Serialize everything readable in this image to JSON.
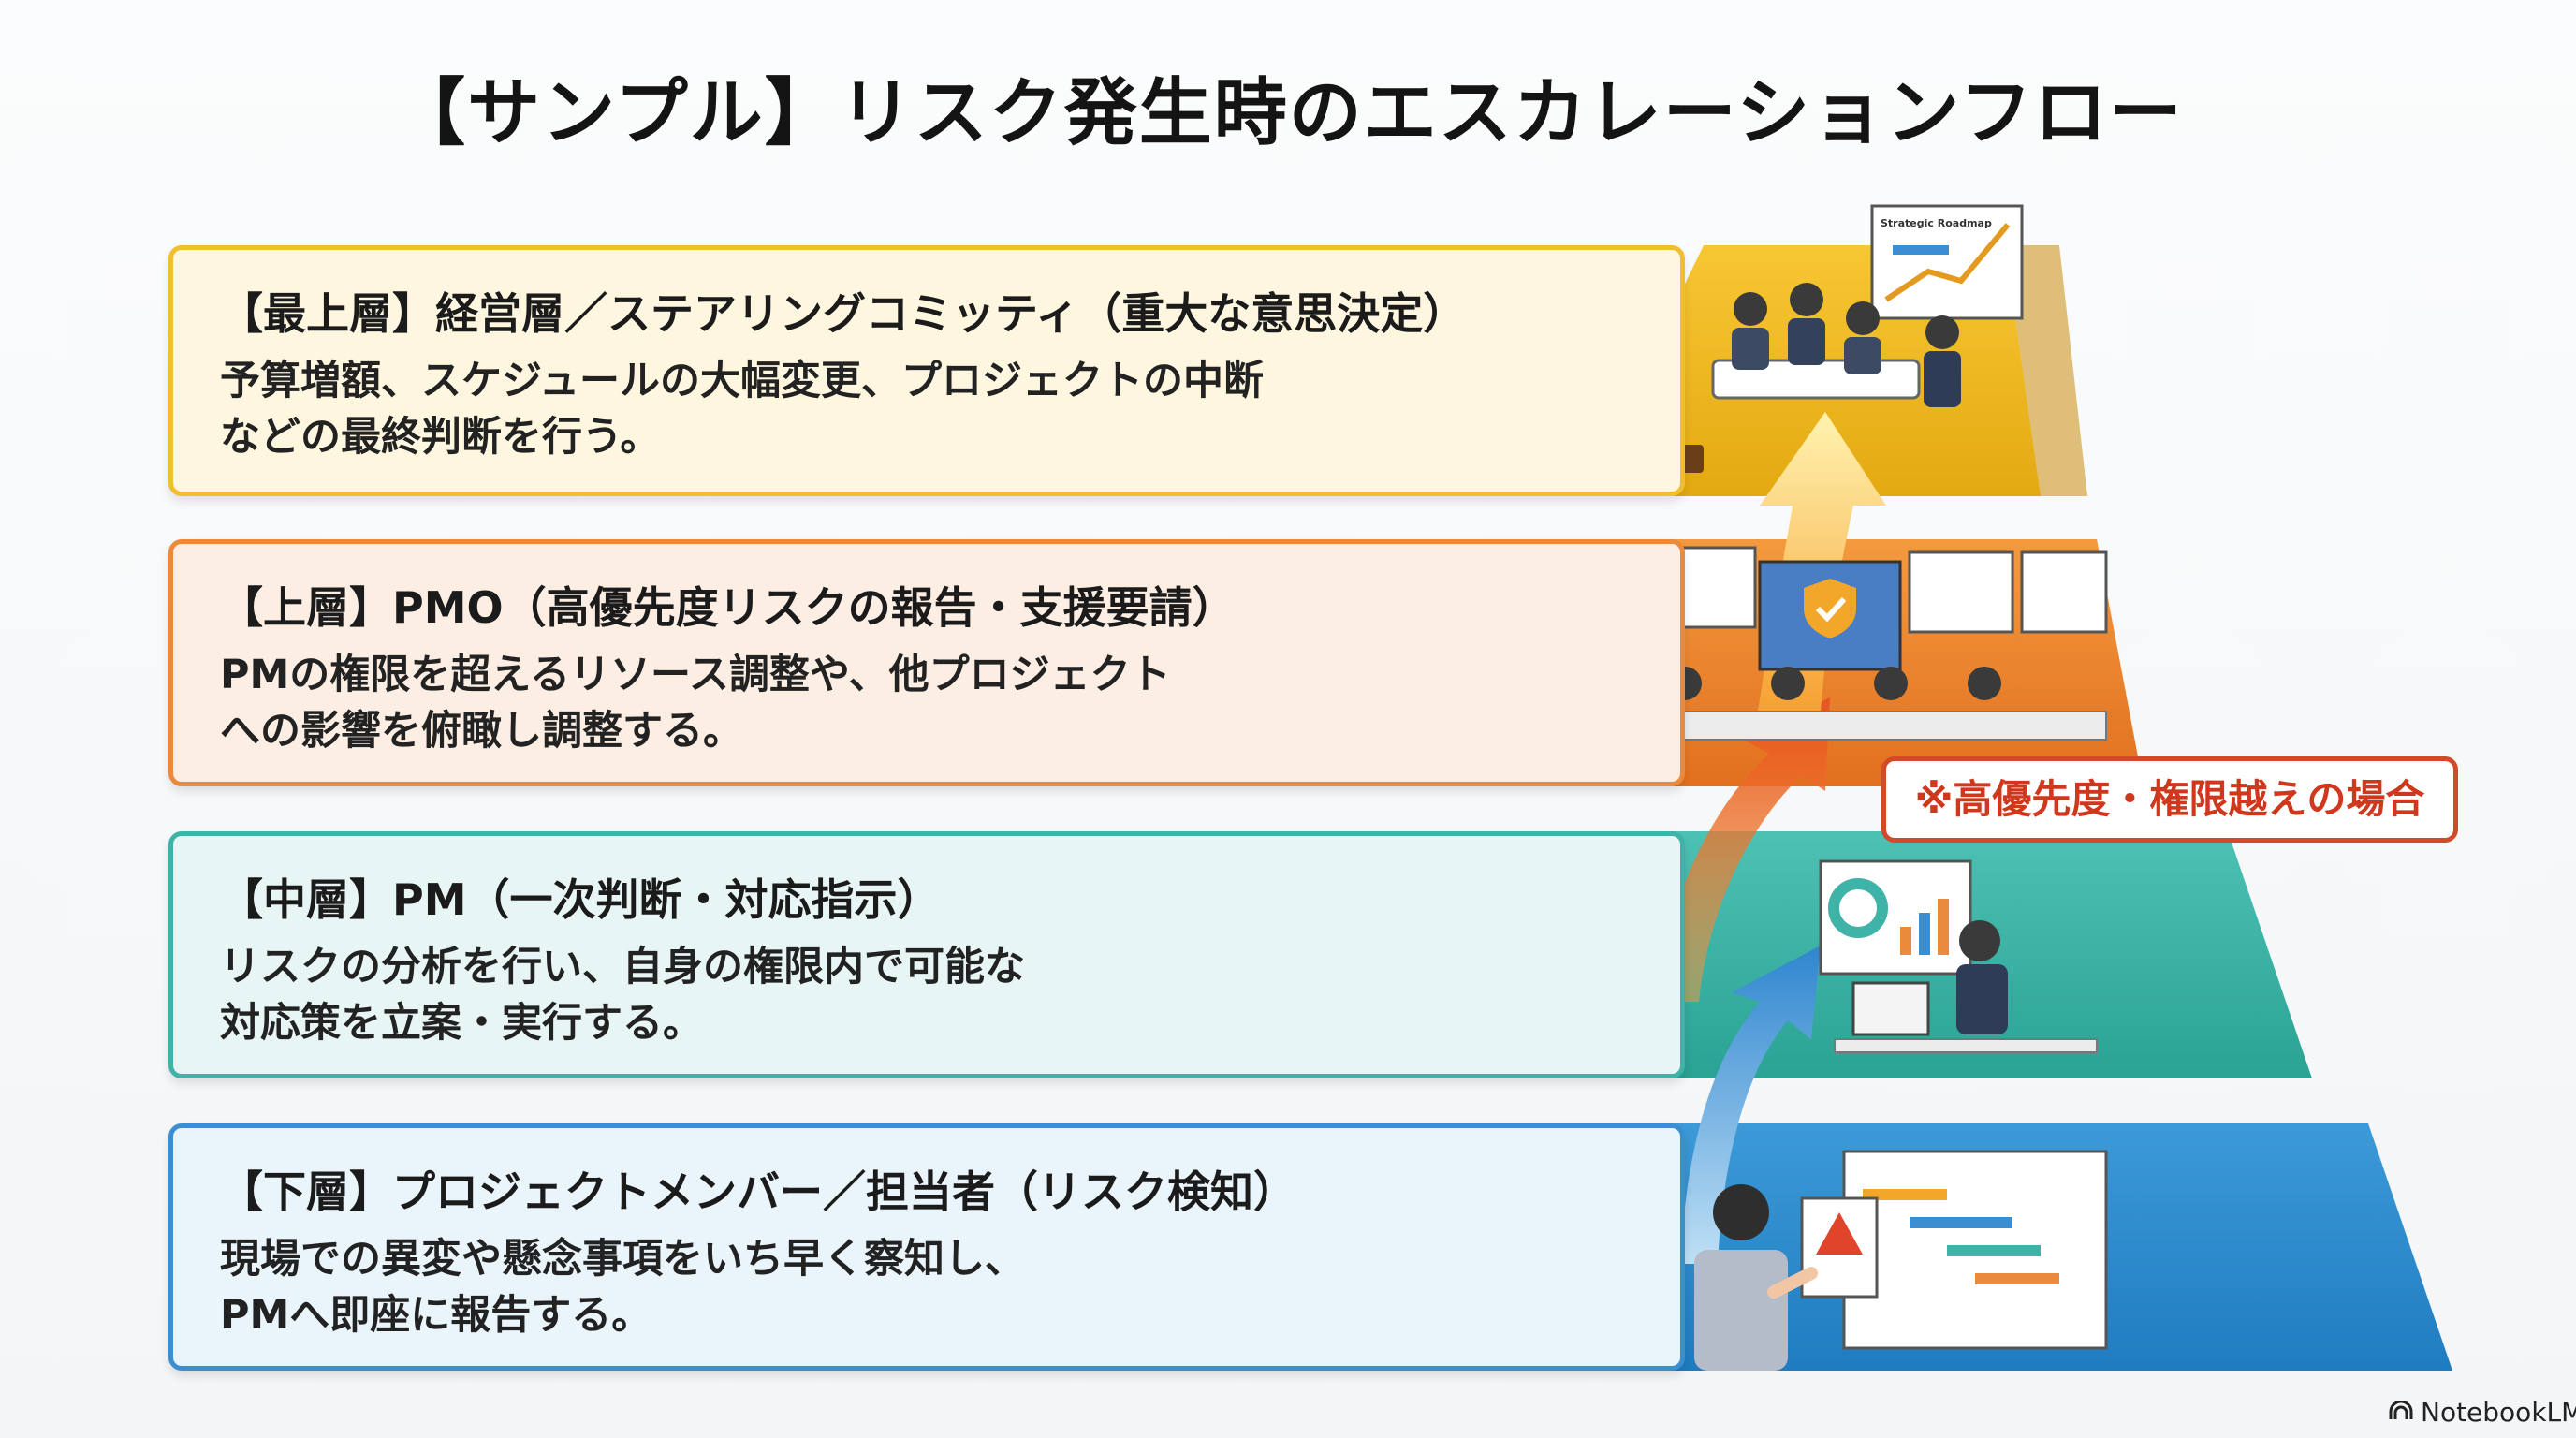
{
  "title": "【サンプル】リスク発生時のエスカレーションフロー",
  "layers": [
    {
      "title": "【最上層】経営層／ステアリングコミッティ（重大な意思決定）",
      "description": "予算増額、スケジュールの大幅変更、プロジェクトの中断\nなどの最終判断を行う。",
      "color": "#f1bf2e"
    },
    {
      "title": "【上層】PMO（高優先度リスクの報告・支援要請）",
      "description": "PMの権限を超えるリソース調整や、他プロジェクト\nへの影響を俯瞰し調整する。",
      "color": "#ec8a3c"
    },
    {
      "title": "【中層】PM（一次判断・対応指示）",
      "description": "リスクの分析を行い、自身の権限内で可能な\n対応策を立案・実行する。",
      "color": "#3fb3a7"
    },
    {
      "title": "【下層】プロジェクトメンバー／担当者（リスク検知）",
      "description": "現場での異変や懸念事項をいち早く察知し、\nPMへ即座に報告する。",
      "color": "#3b8fd0"
    }
  ],
  "escalation_note": "※高優先度・権限越えの場合",
  "roadmap_label": "Strategic Roadmap",
  "brand": "NotebookLM"
}
